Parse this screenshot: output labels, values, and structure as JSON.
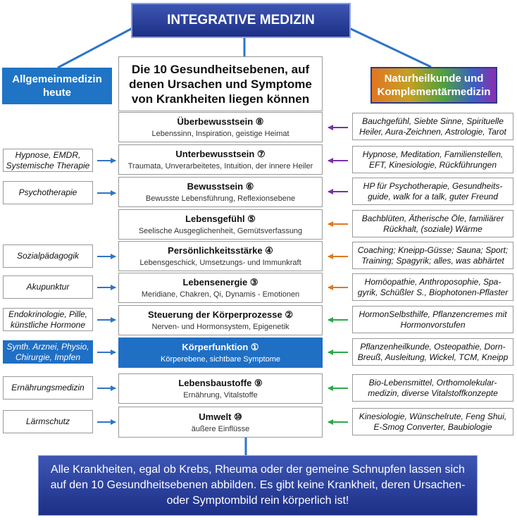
{
  "header": {
    "title": "INTEGRATIVE MEDIZIN"
  },
  "left_header": "Allgemeinmedizin heute",
  "right_header": "Naturheilkunde und Komplementärmedizin",
  "center_title": "Die 10 Gesundheitsebenen, auf denen Ursachen und Symptome von Krankheiten liegen können",
  "levels": [
    {
      "title": "Überbewusstsein ⑧",
      "subtitle": "Lebenssinn, Inspiration, geistige Heimat"
    },
    {
      "title": "Unterbewusstsein ⑦",
      "subtitle": "Traumata, Unverarbeitetes, Intuition, der innere Heiler"
    },
    {
      "title": "Bewusstsein ⑥",
      "subtitle": "Bewusste Lebensführung, Reflexionsebene"
    },
    {
      "title": "Lebensgefühl ⑤",
      "subtitle": "Seelische Ausgeglichenheit, Gemütsverfassung"
    },
    {
      "title": "Persönlichkeitsstärke ④",
      "subtitle": "Lebensgeschick, Umsetzungs- und Immunkraft"
    },
    {
      "title": "Lebensenergie ③",
      "subtitle": "Meridiane, Chakren, Qi, Dynamis - Emotionen"
    },
    {
      "title": "Steuerung der Körperprozesse ②",
      "subtitle": "Nerven- und Hormonsystem, Epigenetik"
    },
    {
      "title": "Körperfunktion ①",
      "subtitle": "Körperebene, sichtbare Symptome"
    },
    {
      "title": "Lebensbaustoffe ⑨",
      "subtitle": "Ernährung, Vitalstoffe"
    },
    {
      "title": "Umwelt ⑩",
      "subtitle": "äußere Einflüsse"
    }
  ],
  "left_boxes": [
    "Hypnose, EMDR, Systemische Therapie",
    "Psychotherapie",
    "Sozialpädagogik",
    "Akupunktur",
    "Endokrinologie, Pille, künstliche Hormone",
    "Synth. Arznei, Physio, Chirurgie, Impfen",
    "Ernährungsmedizin",
    "Lärmschutz"
  ],
  "right_boxes": [
    "Bauchgefühl, Siebte Sinne, Spirituelle Heiler, Aura-Zeichnen, Astrologie, Tarot",
    "Hypnose, Meditation, Familienstellen, EFT, Kinesiologie, Rückführungen",
    "HP für Psychotherapie, Gesundheits-guide, walk for a talk, guter Freund",
    "Bachblüten, Ätherische Öle, familiärer Rückhalt, (soziale) Wärme",
    "Coaching; Kneipp-Güsse; Sauna; Sport; Training; Spagyrik; alles, was abhärtet",
    "Homöopathie, Anthroposophie, Spa-gyrik, Schüßler S., Biophotonen-Pflaster",
    "HormonSelbsthilfe, Pflanzencremes mit Hormonvorstufen",
    "Pflanzenheilkunde, Osteopathie, Dorn-Breuß, Ausleitung, Wickel, TCM, Kneipp",
    "Bio-Lebensmittel, Orthomolekular-medizin, diverse Vitalstoffkonzepte",
    "Kinesiologie, Wünschelrute, Feng Shui, E-Smog Converter, Baubiologie"
  ],
  "footer": {
    "text": "Alle Krankheiten, egal ob Krebs, Rheuma oder der gemeine Schnupfen lassen sich auf den 10 Gesundheitsebenen abbilden. Es gibt keine Krankheit, deren Ursachen- oder Symptombild rein körperlich ist!"
  },
  "colors": {
    "arrow_left": "#2e75c8",
    "arrow_purple": "#7a2fa8",
    "arrow_orange": "#e07820",
    "arrow_green": "#2aa84a",
    "highlight": "#1f6fc4",
    "banner": "#1f3a96"
  }
}
